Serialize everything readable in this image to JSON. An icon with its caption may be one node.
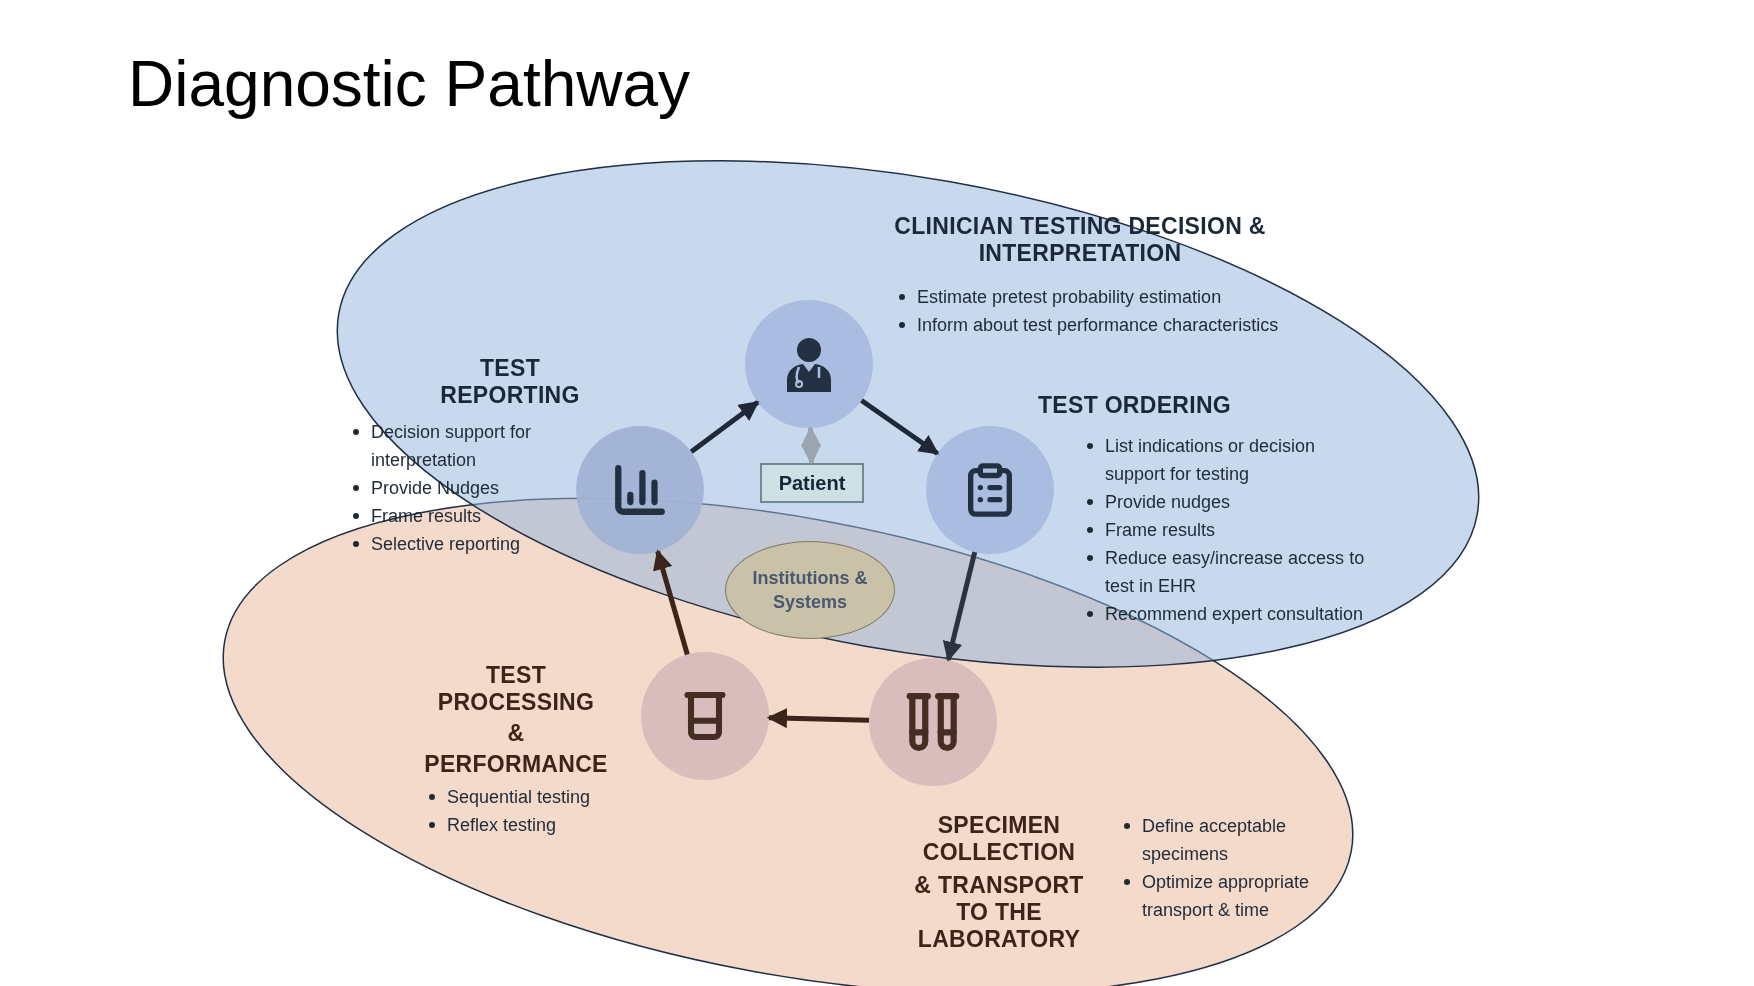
{
  "diagram": {
    "title": "Diagnostic Pathway",
    "nodes": [
      {
        "text": [],
        "shape": "circle",
        "beside": [
          "CLINICIAN TESTING DECISION & INTERPRETATION",
          "Estimate pretest probability estimation",
          "Inform about test performance characteristics"
        ]
      },
      {
        "text": [],
        "shape": "circle",
        "beside": [
          "TEST ORDERING",
          "List indications or decision support for testing",
          "Provide nudges",
          "Frame results",
          "Reduce easy/increase access to test in EHR",
          "Recommend expert consultation"
        ]
      },
      {
        "text": [],
        "shape": "circle",
        "beside": [
          "SPECIMEN COLLECTION",
          "& TRANSPORT TO THE LABORATORY",
          "Define acceptable specimens",
          "Optimize appropriate transport & time"
        ]
      },
      {
        "text": [],
        "shape": "circle",
        "beside": [
          "TEST PROCESSING",
          "&",
          "PERFORMANCE",
          "Sequential testing",
          "Reflex testing"
        ]
      },
      {
        "text": [],
        "shape": "circle",
        "beside": [
          "TEST REPORTING",
          "Decision support for interpretation",
          "Provide Nudges",
          "Frame results",
          "Selective reporting"
        ]
      },
      {
        "text": [
          "Patient"
        ]
      },
      {
        "text": [
          "Institutions & Systems"
        ]
      }
    ],
    "edges": [
      {
        "from": 4,
        "to": 0,
        "arrow": "to"
      },
      {
        "from": 0,
        "to": 1,
        "arrow": "to"
      },
      {
        "from": 1,
        "to": 2,
        "arrow": "to",
        "color": "#2b3340"
      },
      {
        "from": 2,
        "to": 3,
        "arrow": "to",
        "color": "#3b2419"
      },
      {
        "from": 3,
        "to": 4,
        "arrow": "to",
        "color": "#3b2419"
      },
      {
        "from": 5,
        "to": 0,
        "arrow": "both",
        "color": "#9aa5b1"
      }
    ]
  }
}
